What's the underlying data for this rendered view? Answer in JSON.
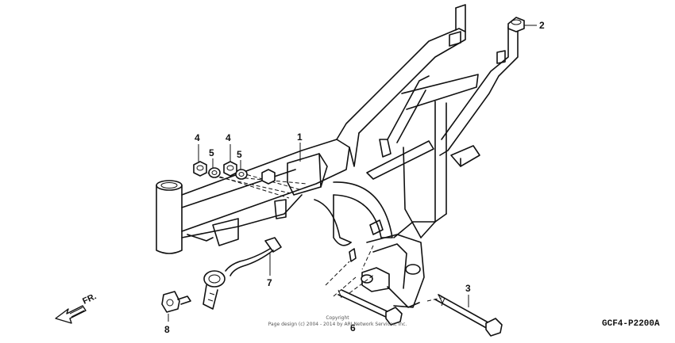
{
  "diagram": {
    "part_numbers": [
      "1",
      "2",
      "3",
      "4",
      "4",
      "5",
      "5",
      "6",
      "7",
      "8"
    ],
    "fr_label": "FR.",
    "diagram_code": "GCF4-P2200A",
    "copyright_line1": "Copyright",
    "copyright_line2": "Page design (c) 2004 - 2014 by ARI Network Services, Inc."
  }
}
